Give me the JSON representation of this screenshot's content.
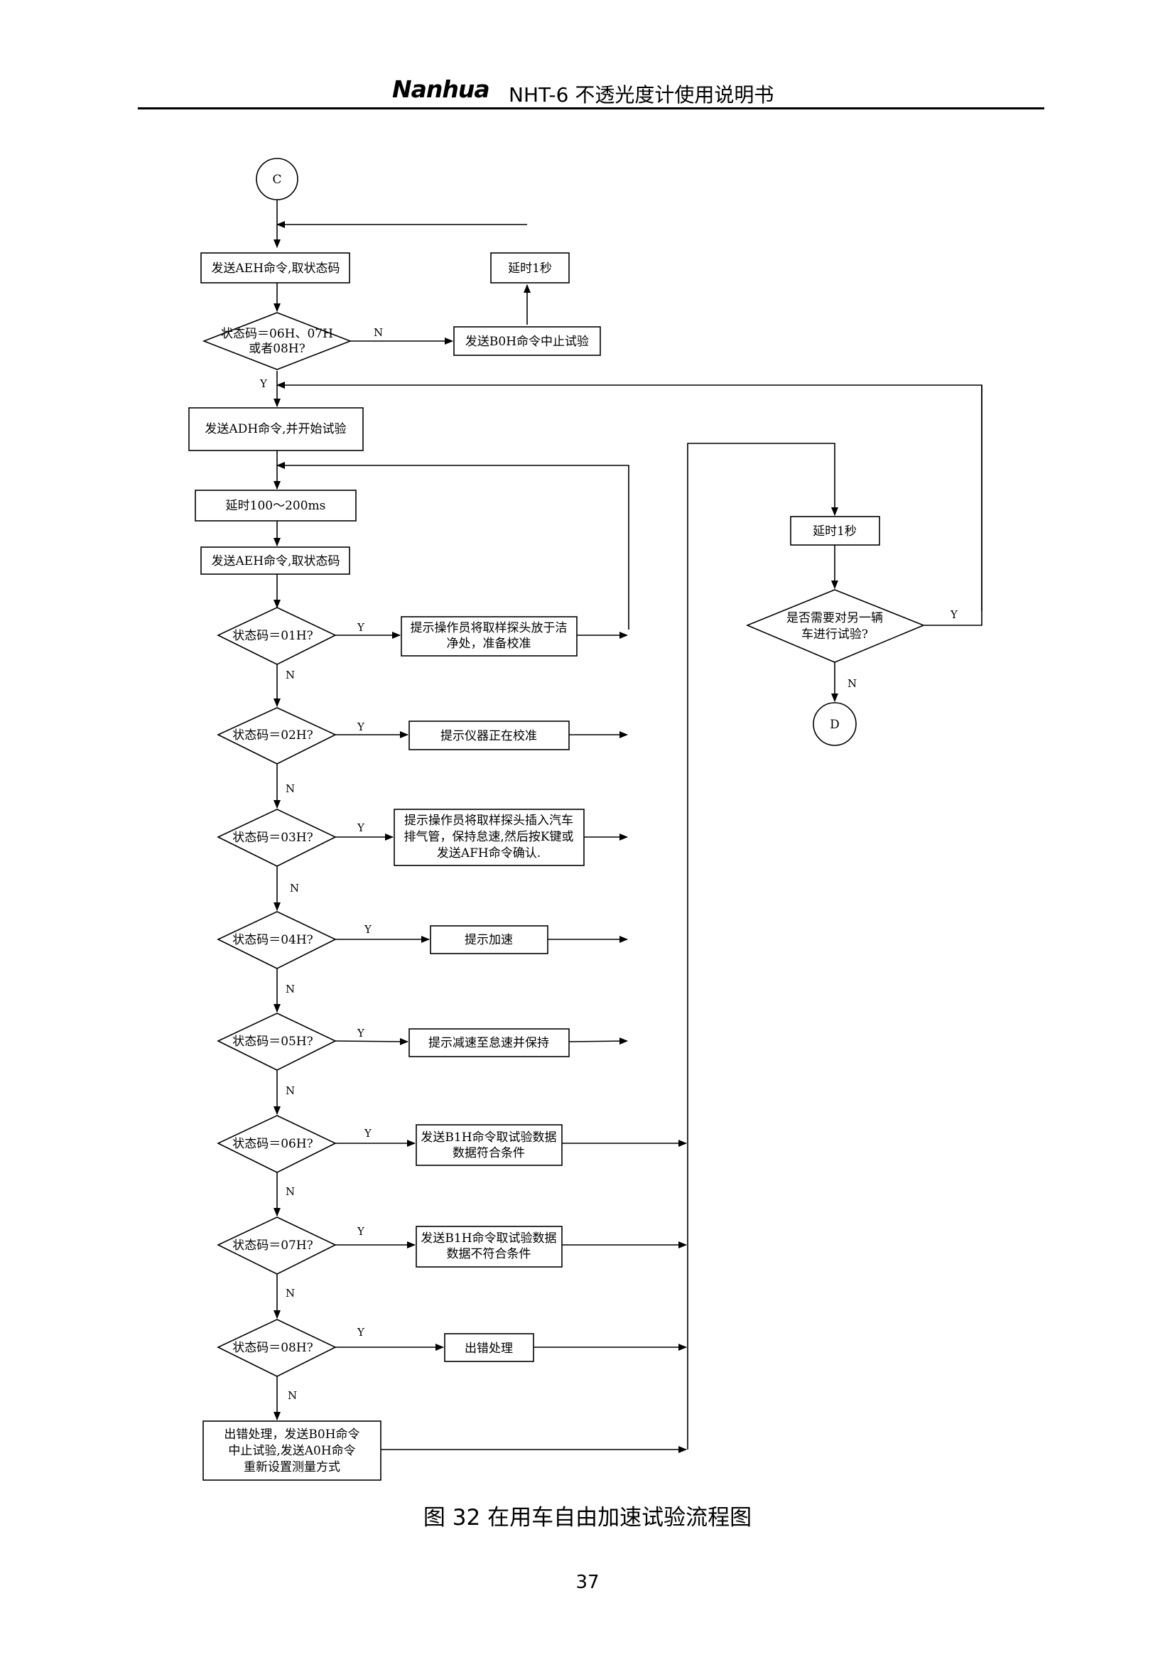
{
  "header": {
    "brand": "Nanhua",
    "title": "NHT-6  不透光度计使用说明书"
  },
  "flowchart": {
    "connector_c": "C",
    "connector_d": "D",
    "yes": "Y",
    "no": "N",
    "send_ae_1": "发送AEH命令,取状态码",
    "delay_1s_top": "延时1秒",
    "check_678": [
      "状态码＝06H、07H",
      "或者08H?"
    ],
    "send_b0_stop": "发送B0H命令中止试验",
    "send_ad_start": "发送ADH命令,并开始试验",
    "delay_100_200": "延时100～200ms",
    "send_ae_2": "发送AEH命令,取状态码",
    "s01": "状态码＝01H?",
    "s01_action": [
      "提示操作员将取样探头放于洁",
      "净处，准备校准"
    ],
    "s02": "状态码＝02H?",
    "s02_action": "提示仪器正在校准",
    "s03": "状态码＝03H?",
    "s03_action": [
      "提示操作员将取样探头插入汽车",
      "排气管，保持怠速,然后按K键或",
      "发送AFH命令确认."
    ],
    "s04": "状态码＝04H?",
    "s04_action": "提示加速",
    "s05": "状态码＝05H?",
    "s05_action": "提示减速至怠速并保持",
    "s06": "状态码＝06H?",
    "s06_action": [
      "发送B1H命令取试验数据",
      "数据符合条件"
    ],
    "s07": "状态码＝07H?",
    "s07_action": [
      "发送B1H命令取试验数据",
      "数据不符合条件"
    ],
    "s08": "状态码＝08H?",
    "s08_action": "出错处理",
    "error_final": [
      "出错处理，发送B0H命令",
      "中止试验,发送A0H命令",
      "重新设置测量方式"
    ],
    "delay_1s_right": "延时1秒",
    "another_vehicle": [
      "是否需要对另一辆",
      "车进行试验?"
    ]
  },
  "caption": "图 32  在用车自由加速试验流程图",
  "page_number": "37"
}
